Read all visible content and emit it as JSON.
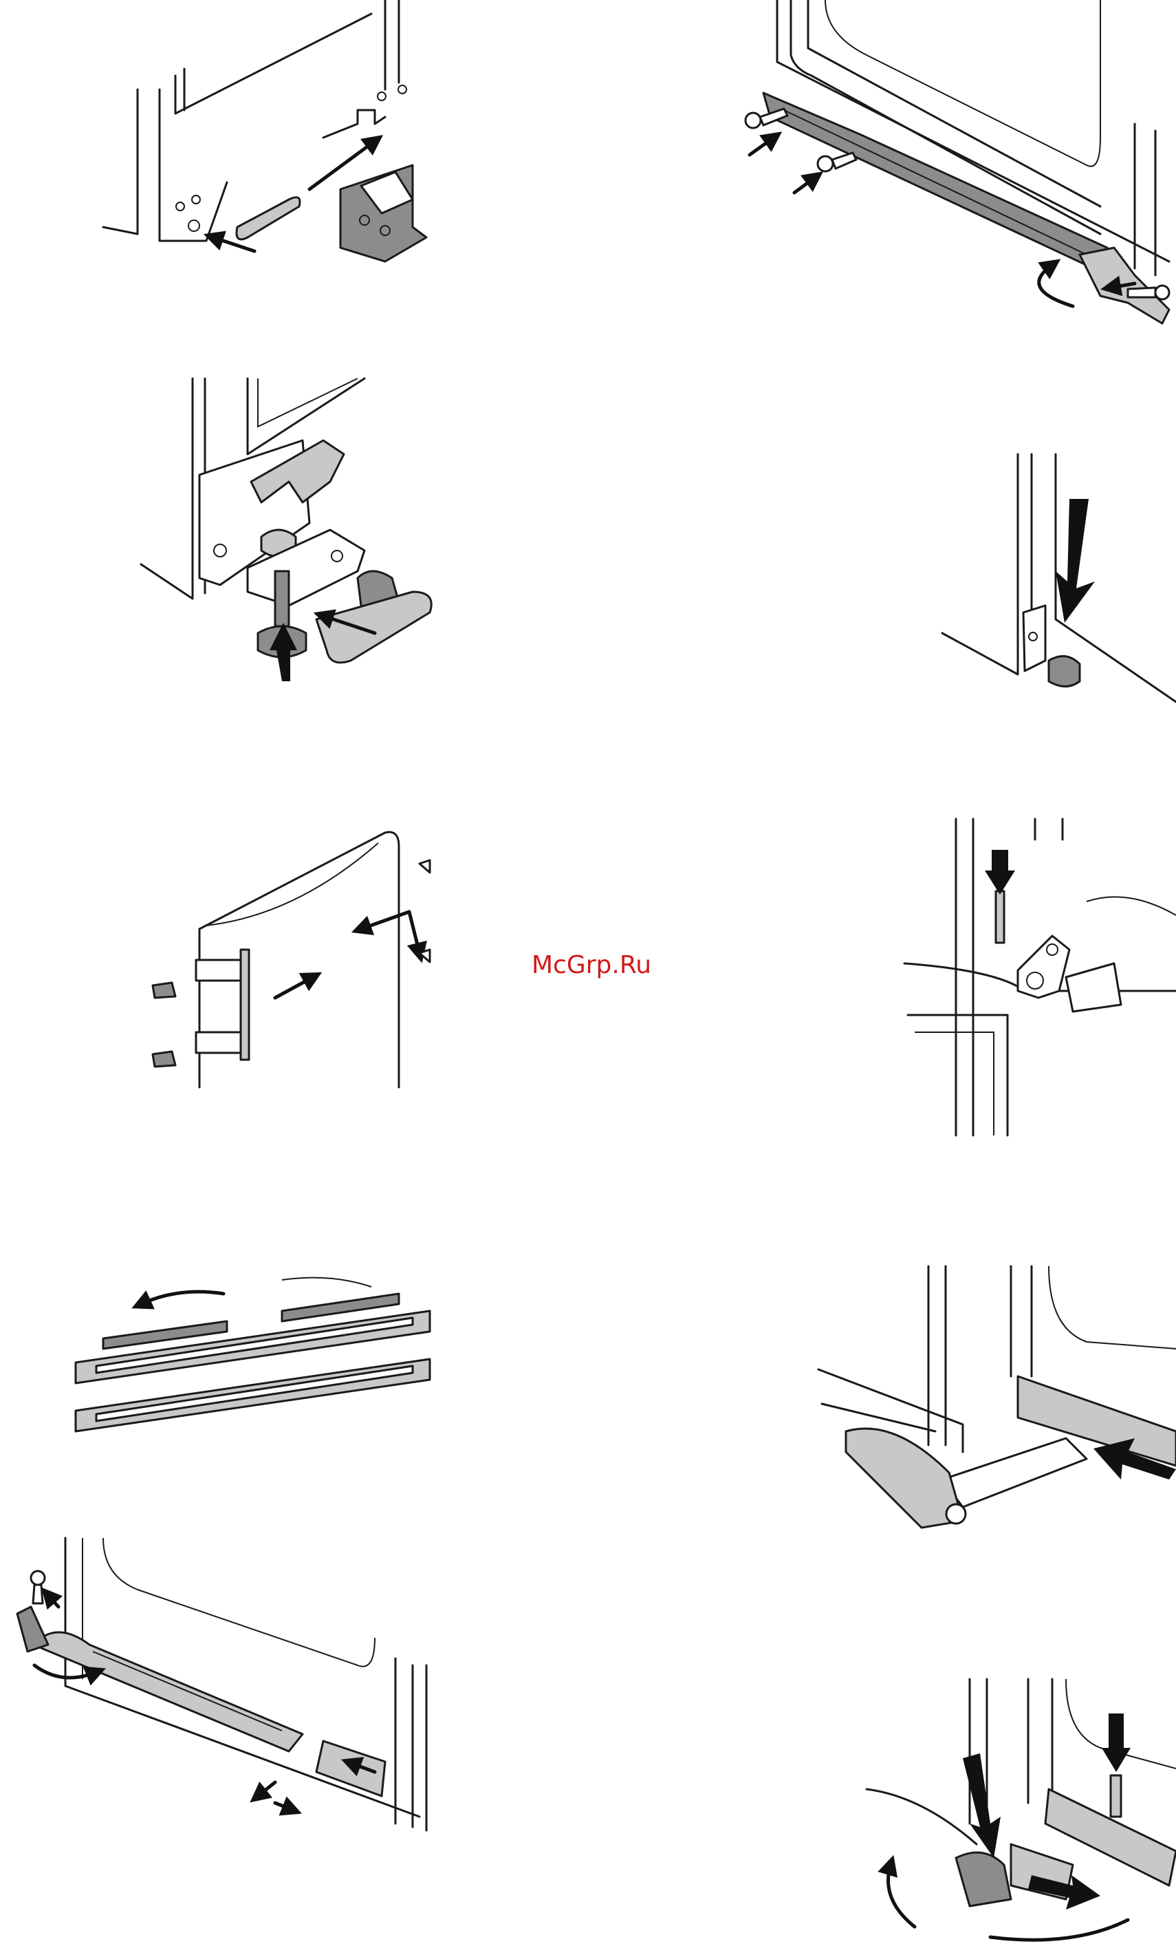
{
  "watermark": {
    "text": "McGrp.Ru",
    "color": "#d21a1a"
  },
  "figures": [
    {
      "id": "fig-1",
      "subject": "hinge-bracket-slot-insertion"
    },
    {
      "id": "fig-2",
      "subject": "hinge-cover-strip-screws"
    },
    {
      "id": "fig-3",
      "subject": "hinge-pin-cap-assembly"
    },
    {
      "id": "fig-4",
      "subject": "door-lower-edge-press"
    },
    {
      "id": "fig-5",
      "subject": "door-hinge-bar-covers"
    },
    {
      "id": "fig-6",
      "subject": "hinge-pin-insert"
    },
    {
      "id": "fig-7",
      "subject": "slide-rail-pair"
    },
    {
      "id": "fig-8",
      "subject": "slide-hinge-push-in"
    },
    {
      "id": "fig-9",
      "subject": "rail-mount-bottom-door"
    },
    {
      "id": "fig-10",
      "subject": "slide-hinge-lever-lock"
    }
  ],
  "colors": {
    "line": "#1a1a1a",
    "part_fill": "#8c8c8c",
    "light_fill": "#c8c8c8"
  }
}
